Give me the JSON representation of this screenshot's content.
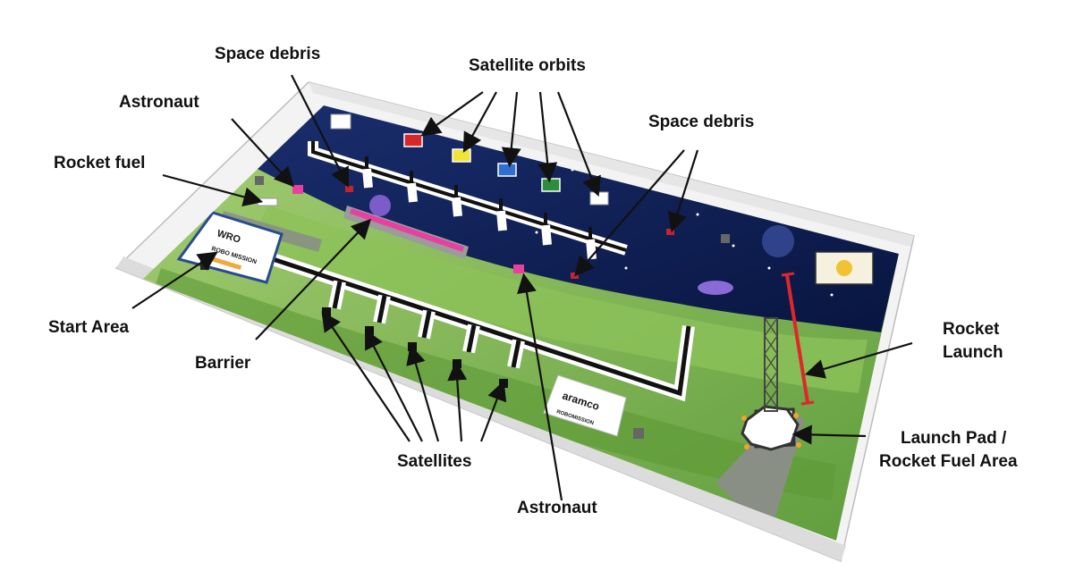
{
  "labels": {
    "space_debris_top": "Space debris",
    "satellite_orbits": "Satellite orbits",
    "astronaut_top": "Astronaut",
    "space_debris_right": "Space debris",
    "rocket_fuel": "Rocket fuel",
    "start_area": "Start Area",
    "barrier": "Barrier",
    "rocket_launch_line1": "Rocket",
    "rocket_launch_line2": "Launch",
    "launch_pad_line1": "Launch Pad /",
    "launch_pad_line2": "Rocket Fuel Area",
    "satellites": "Satellites",
    "astronaut_bottom": "Astronaut"
  },
  "board_text": {
    "wro_logo": "WRO",
    "robo_mission": "ROBO MISSION",
    "sponsor": "aramco",
    "sponsor_sub": "ROBOMISSION"
  },
  "colors": {
    "space": "#0d1a4a",
    "grass": "#7fb84a",
    "orbit_red": "#d62828",
    "orbit_yellow": "#f2e437",
    "orbit_blue": "#2f6fd1",
    "orbit_green": "#2b8f3a",
    "orbit_white": "#ffffff",
    "barrier": "#e83fa1",
    "rocket": "#e0262b"
  }
}
